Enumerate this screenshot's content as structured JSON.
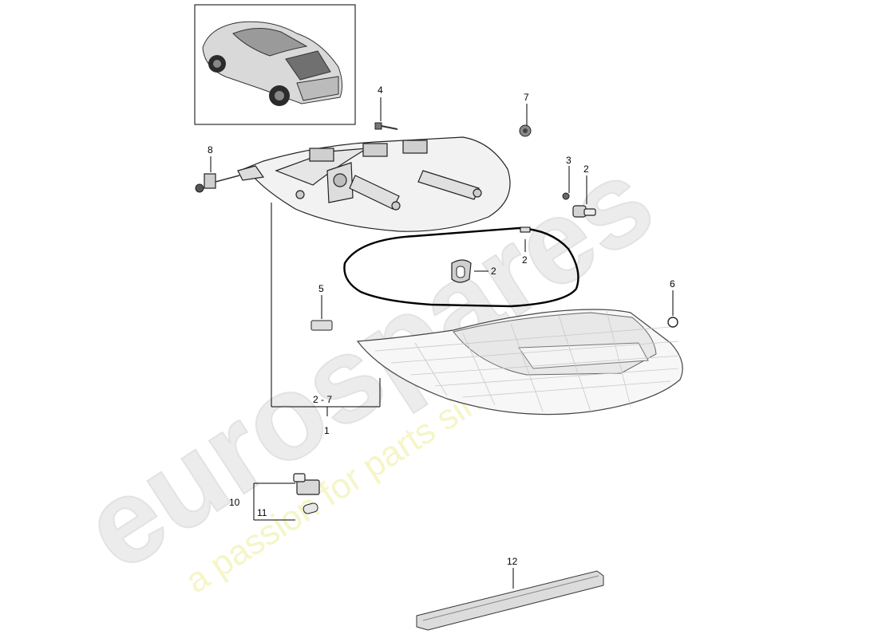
{
  "watermark": {
    "logo": "eurospares",
    "tagline": "a passion for parts since 1985"
  },
  "callouts": {
    "c1": "1",
    "c2a": "2",
    "c2b": "2",
    "c2c": "2",
    "c2_7": "2 - 7",
    "c3": "3",
    "c4": "4",
    "c5": "5",
    "c6": "6",
    "c7": "7",
    "c8": "8",
    "c10": "10",
    "c11": "11",
    "c12": "12"
  }
}
